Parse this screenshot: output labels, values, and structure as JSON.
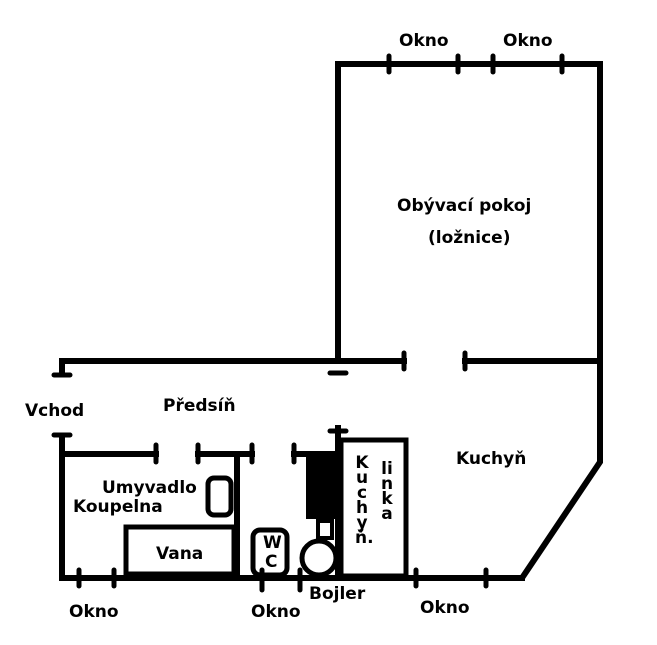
{
  "plan": {
    "rooms": {
      "living_room": "Obývací pokoj",
      "living_room_sub": "(ložnice)",
      "hallway": "Předsíň",
      "entrance": "Vchod",
      "kitchen": "Kuchyň",
      "bathroom": "Koupelna"
    },
    "fixtures": {
      "sink": "Umyvadlo",
      "bathtub": "Vana",
      "wc_top": "W",
      "wc_bottom": "C",
      "boiler": "Bojler",
      "kitchen_counter_a": "Kuchyň.",
      "kitchen_counter_b": "linka"
    },
    "windows": {
      "top_1": "Okno",
      "top_2": "Okno",
      "bottom_bath": "Okno",
      "bottom_wc": "Okno",
      "bottom_kitchen": "Okno"
    },
    "colors": {
      "line": "#000000",
      "background": "#ffffff"
    }
  }
}
